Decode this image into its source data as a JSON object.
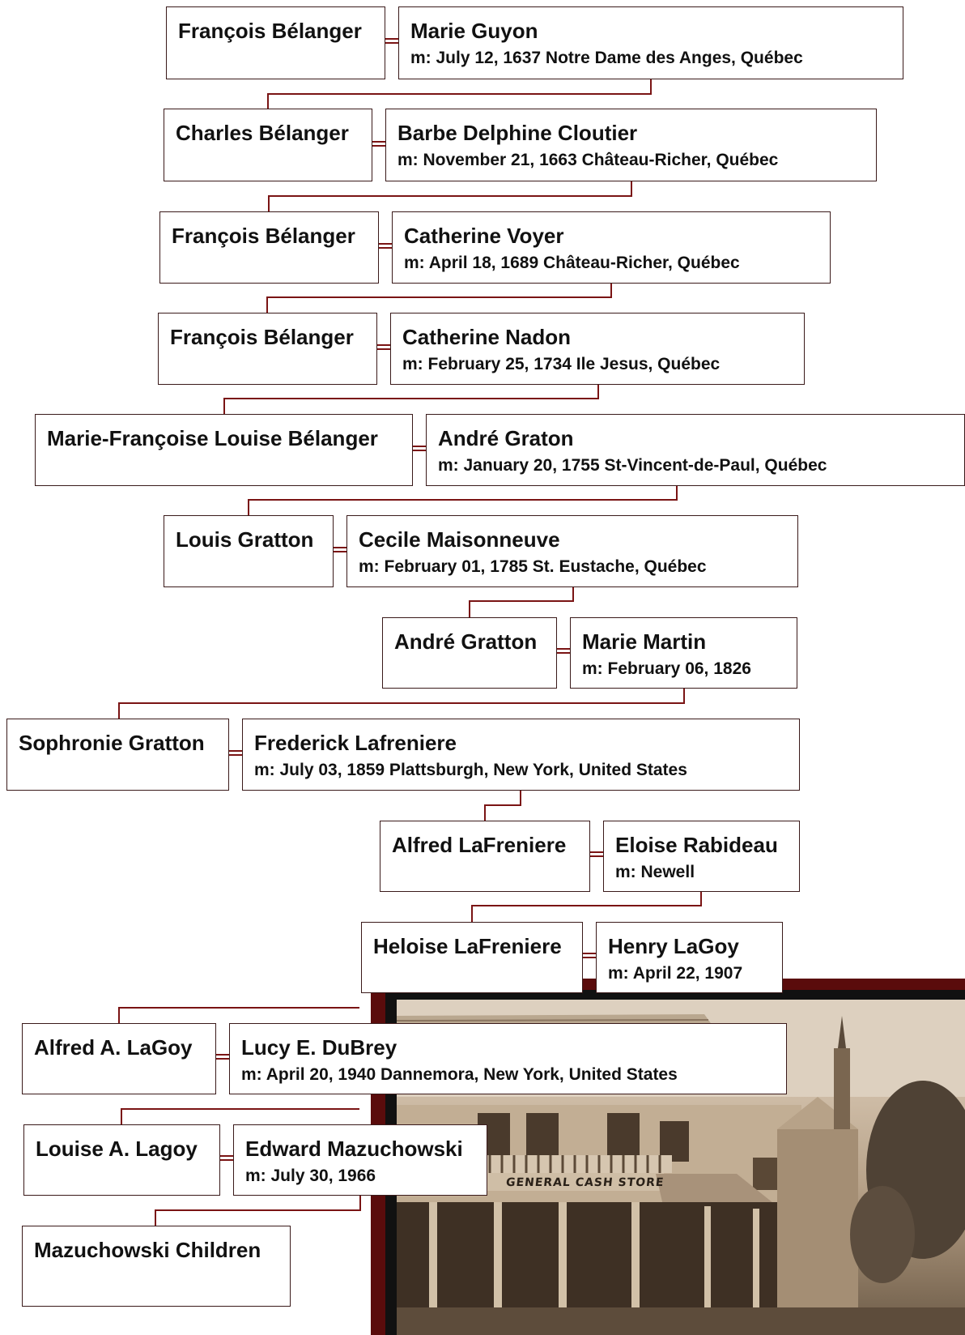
{
  "couples": [
    {
      "spouse1": "François Bélanger",
      "spouse2": "Marie Guyon",
      "marriage": "m: July 12, 1637  Notre Dame des Anges, Québec"
    },
    {
      "spouse1": "Charles Bélanger",
      "spouse2": "Barbe Delphine Cloutier",
      "marriage": "m: November 21, 1663  Château-Richer, Québec"
    },
    {
      "spouse1": "François Bélanger",
      "spouse2": "Catherine Voyer",
      "marriage": "m: April 18, 1689  Château-Richer, Québec"
    },
    {
      "spouse1": "François Bélanger",
      "spouse2": "Catherine Nadon",
      "marriage": "m: February 25, 1734  Ile Jesus, Québec"
    },
    {
      "spouse1": "Marie-Françoise Louise Bélanger",
      "spouse2": "André Graton",
      "marriage": "m: January 20, 1755  St-Vincent-de-Paul, Québec"
    },
    {
      "spouse1": "Louis Gratton",
      "spouse2": "Cecile Maisonneuve",
      "marriage": "m: February 01, 1785  St. Eustache, Québec"
    },
    {
      "spouse1": "André Gratton",
      "spouse2": "Marie Martin",
      "marriage": "m: February 06, 1826"
    },
    {
      "spouse1": "Sophronie Gratton",
      "spouse2": "Frederick Lafreniere",
      "marriage": "m: July 03, 1859  Plattsburgh, New York, United States"
    },
    {
      "spouse1": "Alfred LaFreniere",
      "spouse2": "Eloise Rabideau",
      "marriage": "m:  Newell"
    },
    {
      "spouse1": "Heloise LaFreniere",
      "spouse2": "Henry LaGoy",
      "marriage": "m: April 22, 1907"
    },
    {
      "spouse1": "Alfred A. LaGoy",
      "spouse2": "Lucy E. DuBrey",
      "marriage": "m: April 20, 1940  Dannemora, New York, United States"
    },
    {
      "spouse1": "Louise A. Lagoy",
      "spouse2": "Edward Mazuchowski",
      "marriage": "m: July 30, 1966"
    }
  ],
  "children": "Mazuchowski Children",
  "photo_sign": "GENERAL CASH STORE",
  "colors": {
    "connector": "#7a1414",
    "frame": "#5a0c0c",
    "box_border": "#3a1a1a"
  }
}
